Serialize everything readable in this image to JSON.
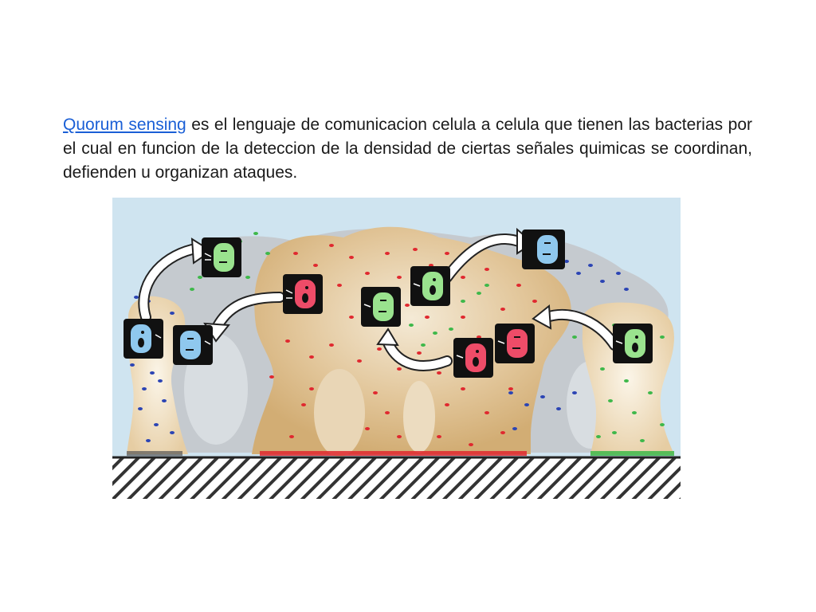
{
  "slide": {
    "link_text": "Quorum sensing",
    "body_text": " es el lenguaje de comunicacion celula a celula que tienen las bacterias por el cual en funcion de la deteccion de la densidad de ciertas señales quimicas se coordinan, defienden u organizan ataques."
  },
  "illustration": {
    "colors": {
      "sky": "#cfe4f0",
      "grey_biofilm": "#c8ccd0",
      "tan_biofilm": "#dcbf8f",
      "cream_pillar": "#f1e6cf",
      "red_signal": "#e0282f",
      "green_signal": "#3eb84a",
      "blue_signal": "#2b44b4",
      "red_cell": "#ee4c68",
      "green_cell": "#9ae38e",
      "blue_cell": "#8fc8ee",
      "cell_frame": "#111111"
    },
    "cells": [
      "green-cell",
      "red-cell",
      "green-cell",
      "green-cell",
      "blue-cell",
      "blue-cell",
      "blue-cell",
      "red-cell",
      "red-cell",
      "green-cell"
    ]
  }
}
